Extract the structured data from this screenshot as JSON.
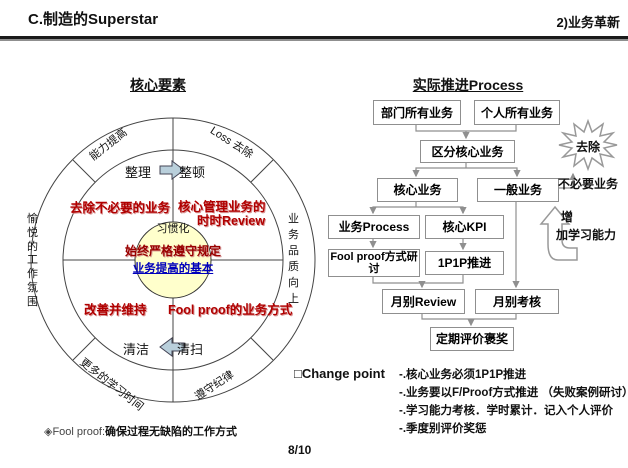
{
  "colors": {
    "accent_red": "#b00000",
    "dark_red": "#990000",
    "link_blue": "#0000bb",
    "center_fill": "#ffffcc",
    "line_gray": "#555555",
    "connector_gray": "#999999",
    "block_arrow_fill": "#b9cfdb"
  },
  "header": {
    "title": "C.制造的Superstar",
    "section": "2)业务革新"
  },
  "core": {
    "title": "核心要素",
    "ring_outer": {
      "top_left": "能力提高",
      "top_right": "Loss 去除",
      "left": "愉悦的工作氛围",
      "right": "业务品质向上",
      "bottom_left": "更多的学习时间",
      "bottom_right": "遵守纪律"
    },
    "ring_inner": {
      "seiri": "整理",
      "seiton": "整顿",
      "seiketsu": "清洁",
      "seiso": "清扫"
    },
    "quad": {
      "top_left": "去除不必要的业务",
      "top_right_l1": "核心管理业务的",
      "top_right_l2": "时时Review",
      "bottom_left": "改善并维持",
      "bottom_right": "Fool proof的业务方式"
    },
    "center": {
      "l1": "习惯化",
      "l2": "始终严格遵守规定",
      "l3": "业务提高的基本"
    }
  },
  "process": {
    "title": "实际推进Process",
    "box_dept": "部门所有业务",
    "box_personal": "个人所有业务",
    "box_classify": "区分核心业务",
    "box_core": "核心业务",
    "box_general": "一般业务",
    "box_process": "业务Process",
    "box_kpi": "核心KPI",
    "box_foolproof": "Fool proof方式研讨",
    "box_1p1p": "1P1P推进",
    "box_review": "月别Review",
    "box_assess": "月别考核",
    "box_award": "定期评价褒奖",
    "burst": "去除",
    "unnecessary": "不必要业务",
    "learning_l1": "增",
    "learning_l2": "加学习能力"
  },
  "change_point": {
    "label": "□Change point",
    "bullets": [
      "-.核心业务必须1P1P推进",
      "-.业务要以F/Proof方式推进 （失败案例研讨）",
      "-.学习能力考核．学时累计．记入个人评价",
      "-.季度别评价奖惩"
    ]
  },
  "footnote": {
    "prefix": "◈Fool proof:",
    "text": "确保过程无缺陷的工作方式"
  },
  "page": "8/10"
}
